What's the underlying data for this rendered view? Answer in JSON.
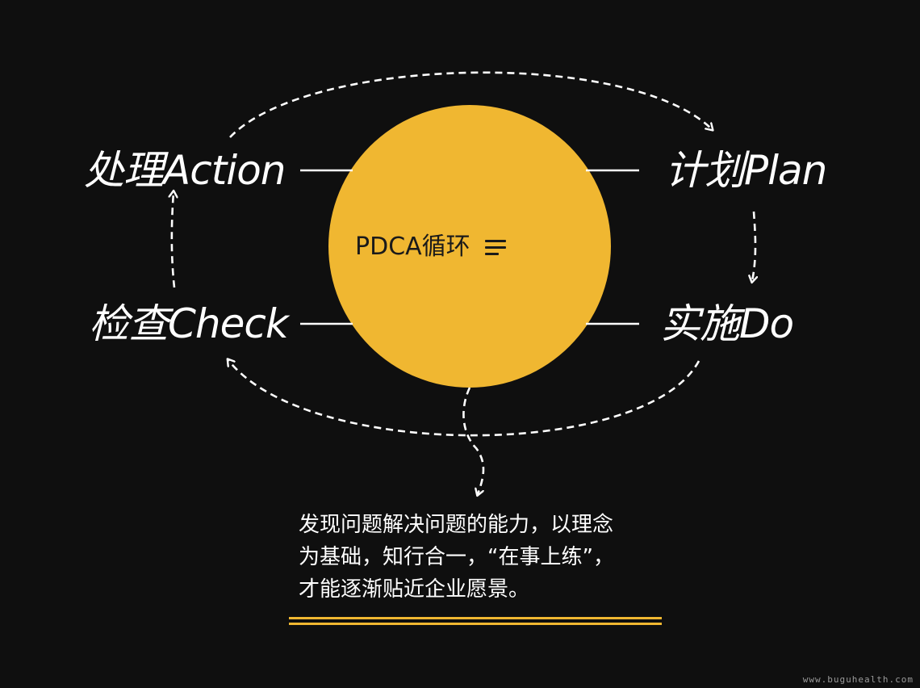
{
  "diagram": {
    "center_title": "PDCA循环",
    "stages": {
      "action": "处理Action",
      "plan": "计划Plan",
      "check": "检查Check",
      "do": "实施Do"
    },
    "description": [
      "发现问题解决问题的能力，以理念",
      "为基础，知行合一，“在事上练”，",
      "才能逐渐贴近企业愿景。"
    ],
    "watermark": "www.buguhealth.com"
  },
  "colors": {
    "background": "#0f0f0f",
    "accent": "#f0b731",
    "text": "#ffffff"
  },
  "icons": {
    "center_icon": "menu-lines-icon"
  }
}
